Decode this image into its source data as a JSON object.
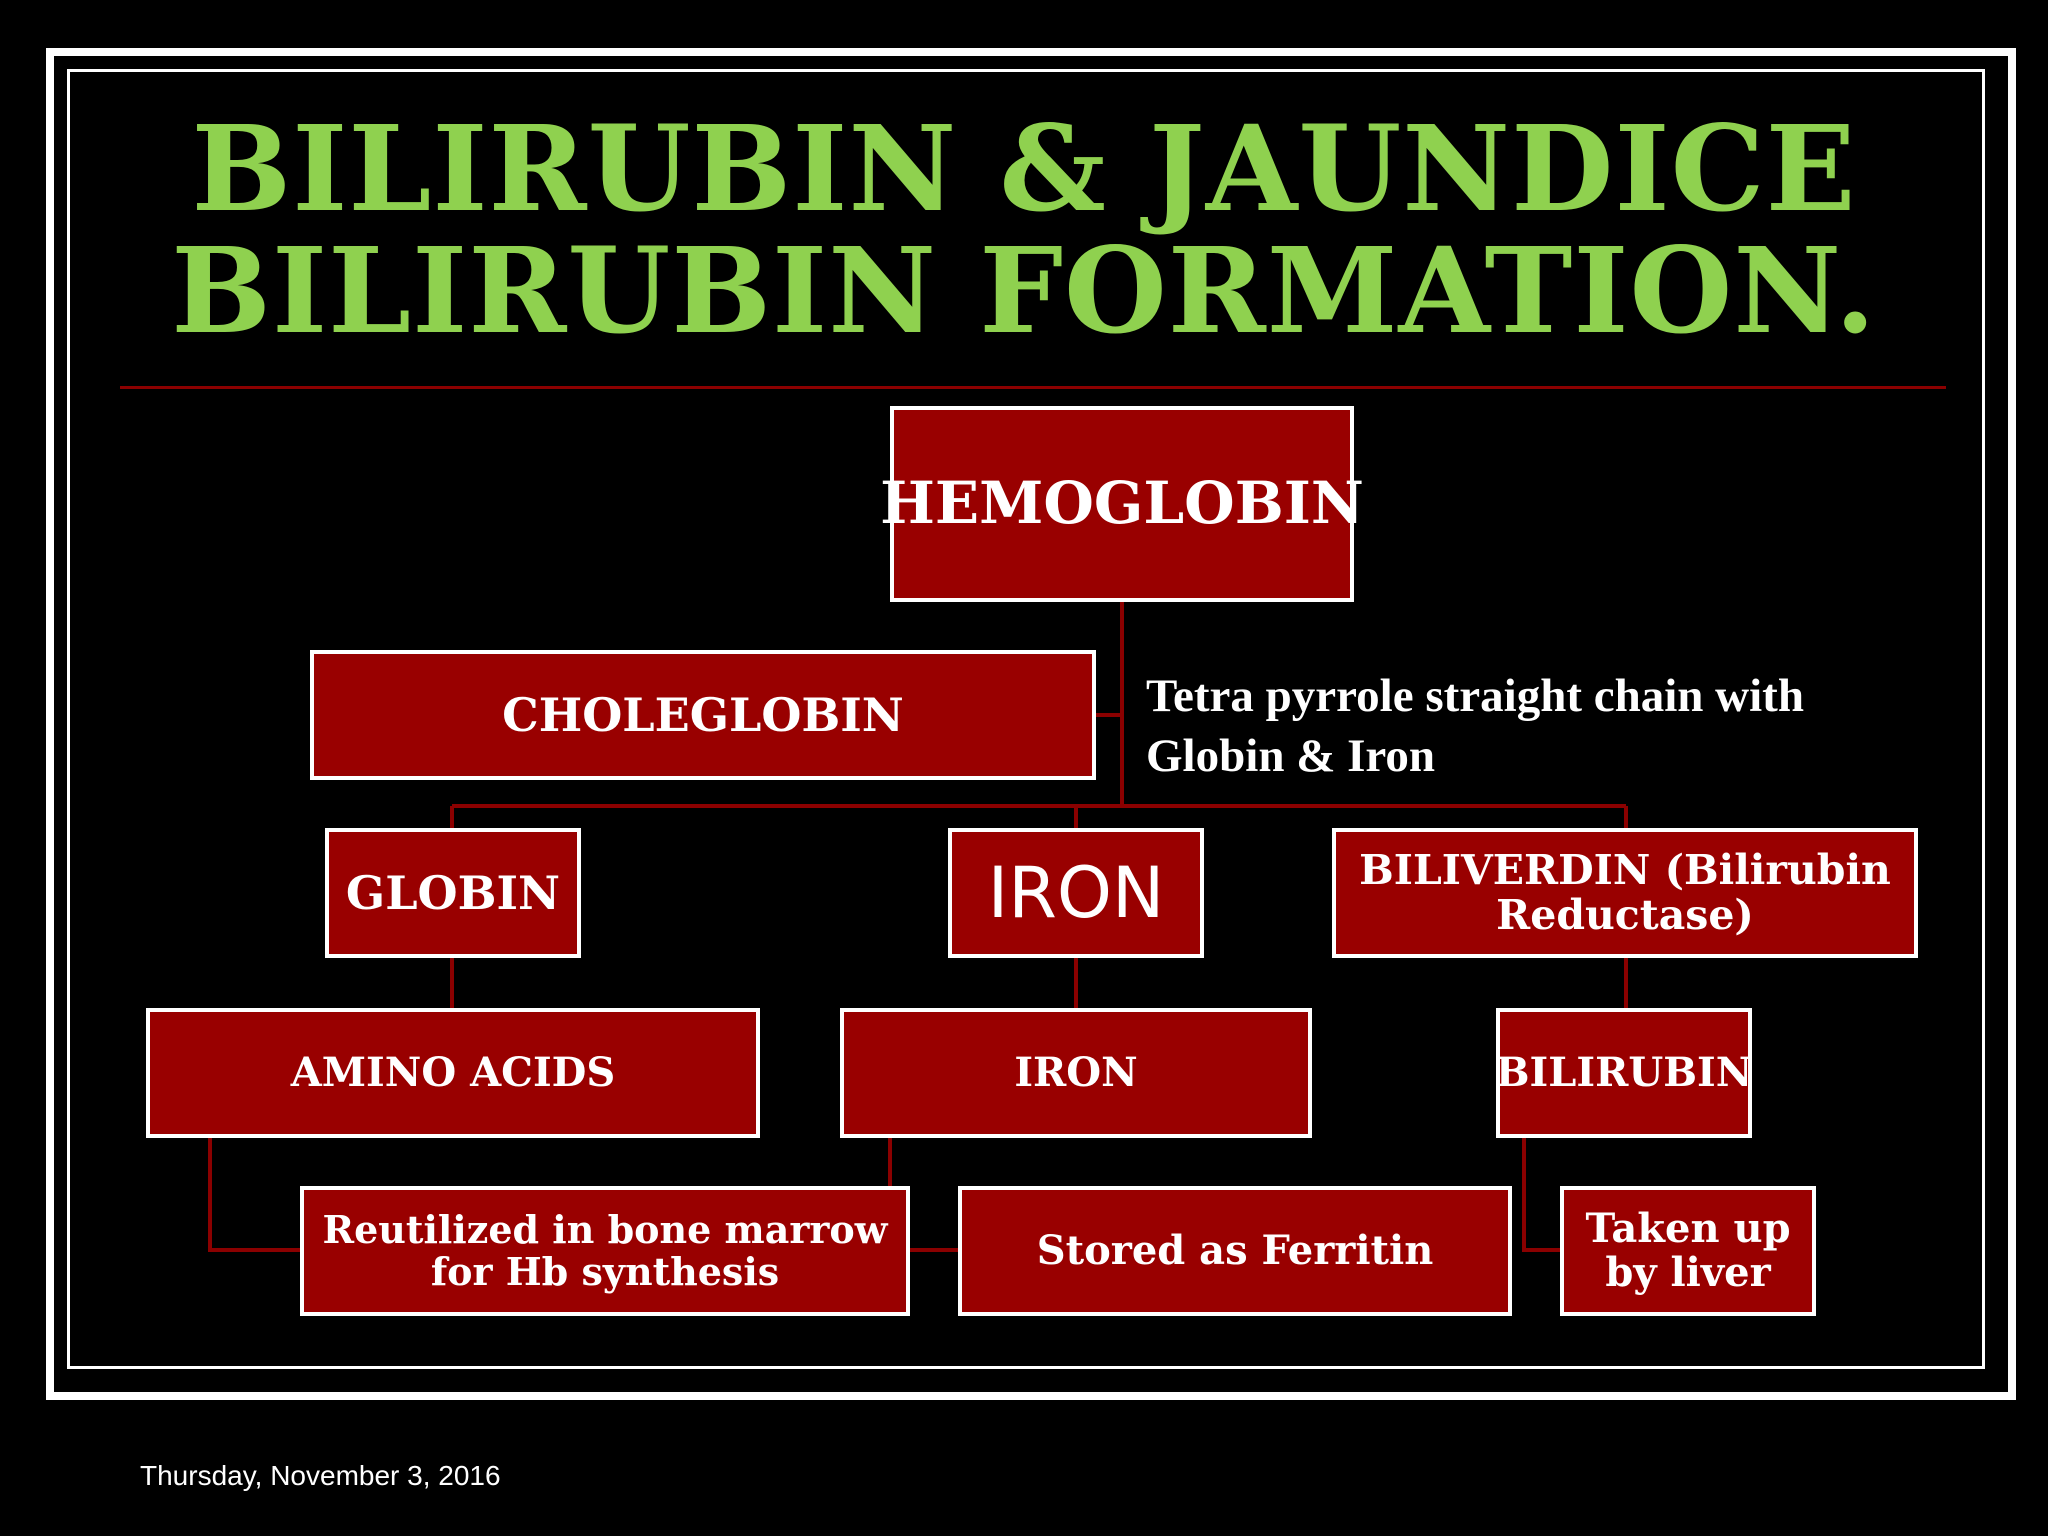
{
  "title": {
    "line1": "BILIRUBIN & JAUNDICE",
    "line2": "BILIRUBIN FORMATION."
  },
  "boxes": {
    "hemoglobin": "HEMOGLOBIN",
    "choleglobin": "CHOLEGLOBIN",
    "globin": "GLOBIN",
    "iron_top": "IRON",
    "biliverdin_line1": "BILIVERDIN (Bilirubin",
    "biliverdin_line2": "Reductase)",
    "amino_acids": "AMINO ACIDS",
    "iron_mid": "IRON",
    "bilirubin": "BILIRUBIN",
    "reutilized_line1": "Reutilized in bone marrow",
    "reutilized_line2": "for Hb synthesis",
    "stored": "Stored as Ferritin",
    "taken_line1": "Taken up",
    "taken_line2": "by liver"
  },
  "annotation": {
    "line1": "Tetra pyrrole straight chain with",
    "line2": "Globin & Iron"
  },
  "footer": {
    "date": "Thursday, November 3, 2016"
  },
  "colors": {
    "title": "#8fd14f",
    "box_fill": "#990000",
    "connector": "#8b0000"
  }
}
